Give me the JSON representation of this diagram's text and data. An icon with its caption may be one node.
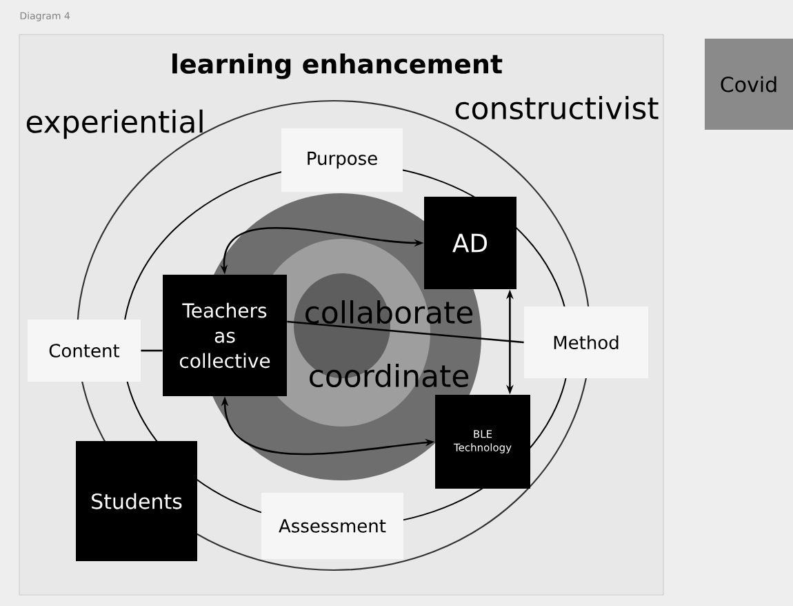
{
  "diagram": {
    "title": "learning enhancement",
    "nodes": [
      {
        "text": [
          "Covid"
        ]
      },
      {
        "text": [
          "Purpose"
        ]
      },
      {
        "text": [
          "AD"
        ]
      },
      {
        "text": [
          "Teachers as collective"
        ]
      },
      {
        "text": [
          "Content"
        ]
      },
      {
        "text": [
          "Method"
        ]
      },
      {
        "text": [
          "BLE Technology"
        ]
      },
      {
        "text": [
          "Students"
        ]
      },
      {
        "text": [
          "Assessment"
        ]
      }
    ],
    "edges": [
      {
        "from": 3,
        "to": 2,
        "arrow": "both"
      },
      {
        "from": 3,
        "to": 6,
        "arrow": "both"
      },
      {
        "from": 4,
        "to": 3,
        "arrow": "none"
      },
      {
        "from": 3,
        "to": 5,
        "arrow": "none"
      },
      {
        "from": 2,
        "to": 6,
        "arrow": "both"
      }
    ],
    "labels": [
      "Diagram 4",
      "experiential",
      "constructivist",
      "collaborate",
      "coordinate"
    ]
  }
}
